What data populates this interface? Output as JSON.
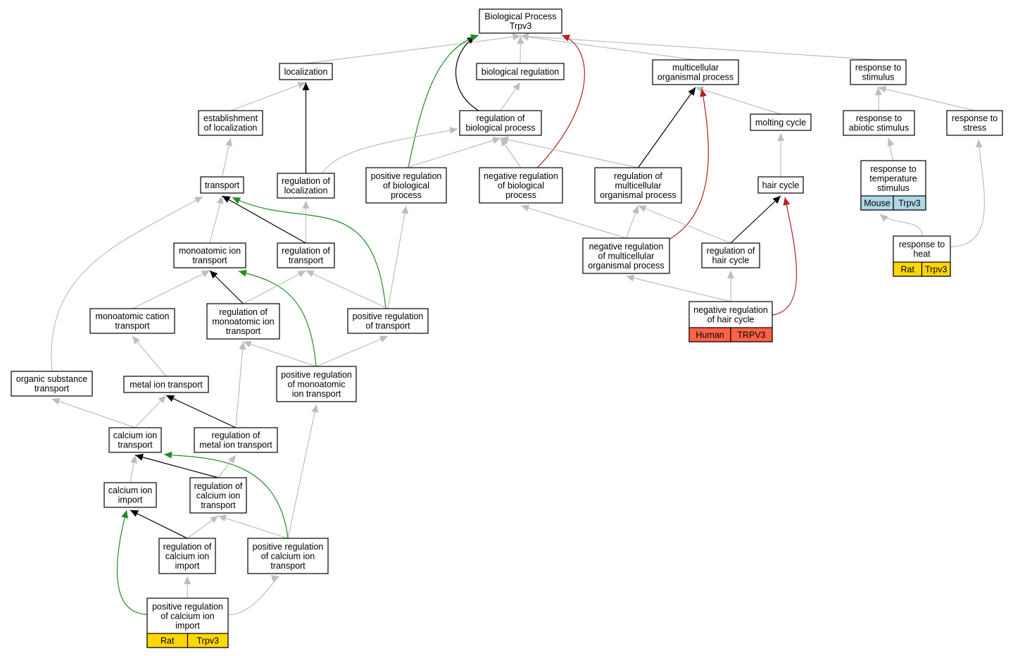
{
  "colors": {
    "is_a": "#bdbdbd",
    "regulates": "#000000",
    "positively_regulates": "#228b22",
    "negatively_regulates": "#b22222",
    "rat": "#ffd700",
    "mouse": "#add8e6",
    "human": "#ff6347"
  },
  "nodes": [
    {
      "id": "bp",
      "lines": [
        "Biological Process",
        "Trpv3"
      ]
    },
    {
      "id": "localization",
      "lines": [
        "localization"
      ]
    },
    {
      "id": "biological_regulation",
      "lines": [
        "biological regulation"
      ]
    },
    {
      "id": "multicellular_organismal_process",
      "lines": [
        "multicellular",
        "organismal process"
      ]
    },
    {
      "id": "response_to_stimulus",
      "lines": [
        "response to",
        "stimulus"
      ]
    },
    {
      "id": "establishment_of_localization",
      "lines": [
        "establishment",
        "of localization"
      ]
    },
    {
      "id": "regulation_of_biological_process",
      "lines": [
        "regulation of",
        "biological process"
      ]
    },
    {
      "id": "molting_cycle",
      "lines": [
        "molting cycle"
      ]
    },
    {
      "id": "response_to_abiotic_stimulus",
      "lines": [
        "response to",
        "abiotic stimulus"
      ]
    },
    {
      "id": "response_to_stress",
      "lines": [
        "response to",
        "stress"
      ]
    },
    {
      "id": "transport",
      "lines": [
        "transport"
      ]
    },
    {
      "id": "regulation_of_localization",
      "lines": [
        "regulation of",
        "localization"
      ]
    },
    {
      "id": "positive_regulation_of_biological_process",
      "lines": [
        "positive regulation",
        "of biological",
        "process"
      ]
    },
    {
      "id": "negative_regulation_of_biological_process",
      "lines": [
        "negative regulation",
        "of biological",
        "process"
      ]
    },
    {
      "id": "regulation_of_multicellular_organismal_process",
      "lines": [
        "regulation of",
        "multicellular",
        "organismal process"
      ]
    },
    {
      "id": "hair_cycle",
      "lines": [
        "hair cycle"
      ]
    },
    {
      "id": "response_to_temperature_stimulus",
      "lines": [
        "response to",
        "temperature",
        "stimulus"
      ],
      "annotations": [
        {
          "label": "Mouse",
          "color": "#add8e6"
        },
        {
          "label": "Trpv3",
          "color": "#add8e6"
        }
      ]
    },
    {
      "id": "monoatomic_ion_transport",
      "lines": [
        "monoatomic ion",
        "transport"
      ]
    },
    {
      "id": "regulation_of_transport",
      "lines": [
        "regulation of",
        "transport"
      ]
    },
    {
      "id": "negative_regulation_of_multicellular_organismal_process",
      "lines": [
        "negative regulation",
        "of multicellular",
        "organismal process"
      ]
    },
    {
      "id": "regulation_of_hair_cycle",
      "lines": [
        "regulation of",
        "hair cycle"
      ]
    },
    {
      "id": "response_to_heat",
      "lines": [
        "response to",
        "heat"
      ],
      "annotations": [
        {
          "label": "Rat",
          "color": "#ffd700"
        },
        {
          "label": "Trpv3",
          "color": "#ffd700"
        }
      ]
    },
    {
      "id": "monoatomic_cation_transport",
      "lines": [
        "monoatomic cation",
        "transport"
      ]
    },
    {
      "id": "regulation_of_monoatomic_ion_transport",
      "lines": [
        "regulation of",
        "monoatomic ion",
        "transport"
      ]
    },
    {
      "id": "positive_regulation_of_transport",
      "lines": [
        "positive regulation",
        "of transport"
      ]
    },
    {
      "id": "negative_regulation_of_hair_cycle",
      "lines": [
        "negative regulation",
        "of hair cycle"
      ],
      "annotations": [
        {
          "label": "Human",
          "color": "#ff6347"
        },
        {
          "label": "TRPV3",
          "color": "#ff6347"
        }
      ]
    },
    {
      "id": "organic_substance_transport",
      "lines": [
        "organic substance",
        "transport"
      ]
    },
    {
      "id": "metal_ion_transport",
      "lines": [
        "metal ion transport"
      ]
    },
    {
      "id": "positive_regulation_of_monoatomic_ion_transport",
      "lines": [
        "positive regulation",
        "of monoatomic",
        "ion transport"
      ]
    },
    {
      "id": "calcium_ion_transport",
      "lines": [
        "calcium ion",
        "transport"
      ]
    },
    {
      "id": "regulation_of_metal_ion_transport",
      "lines": [
        "regulation of",
        "metal ion transport"
      ]
    },
    {
      "id": "calcium_ion_import",
      "lines": [
        "calcium ion",
        "import"
      ]
    },
    {
      "id": "regulation_of_calcium_ion_transport",
      "lines": [
        "regulation of",
        "calcium ion",
        "transport"
      ]
    },
    {
      "id": "regulation_of_calcium_ion_import",
      "lines": [
        "regulation of",
        "calcium ion",
        "import"
      ]
    },
    {
      "id": "positive_regulation_of_calcium_ion_transport",
      "lines": [
        "positive regulation",
        "of calcium ion",
        "transport"
      ]
    },
    {
      "id": "positive_regulation_of_calcium_ion_import",
      "lines": [
        "positive regulation",
        "of calcium ion",
        "import"
      ],
      "annotations": [
        {
          "label": "Rat",
          "color": "#ffd700"
        },
        {
          "label": "Trpv3",
          "color": "#ffd700"
        }
      ]
    }
  ],
  "edges": [
    {
      "from": "localization",
      "to": "bp",
      "type": "is_a"
    },
    {
      "from": "biological_regulation",
      "to": "bp",
      "type": "is_a"
    },
    {
      "from": "multicellular_organismal_process",
      "to": "bp",
      "type": "is_a"
    },
    {
      "from": "response_to_stimulus",
      "to": "bp",
      "type": "is_a"
    },
    {
      "from": "regulation_of_biological_process",
      "to": "bp",
      "type": "regulates"
    },
    {
      "from": "positive_regulation_of_biological_process",
      "to": "bp",
      "type": "positively_regulates"
    },
    {
      "from": "negative_regulation_of_biological_process",
      "to": "bp",
      "type": "negatively_regulates"
    },
    {
      "from": "establishment_of_localization",
      "to": "localization",
      "type": "is_a"
    },
    {
      "from": "regulation_of_localization",
      "to": "localization",
      "type": "regulates"
    },
    {
      "from": "regulation_of_biological_process",
      "to": "biological_regulation",
      "type": "is_a"
    },
    {
      "from": "molting_cycle",
      "to": "multicellular_organismal_process",
      "type": "is_a"
    },
    {
      "from": "regulation_of_multicellular_organismal_process",
      "to": "multicellular_organismal_process",
      "type": "regulates"
    },
    {
      "from": "negative_regulation_of_multicellular_organismal_process",
      "to": "multicellular_organismal_process",
      "type": "negatively_regulates"
    },
    {
      "from": "response_to_abiotic_stimulus",
      "to": "response_to_stimulus",
      "type": "is_a"
    },
    {
      "from": "response_to_stress",
      "to": "response_to_stimulus",
      "type": "is_a"
    },
    {
      "from": "transport",
      "to": "establishment_of_localization",
      "type": "is_a"
    },
    {
      "from": "regulation_of_localization",
      "to": "regulation_of_biological_process",
      "type": "is_a"
    },
    {
      "from": "positive_regulation_of_biological_process",
      "to": "regulation_of_biological_process",
      "type": "is_a"
    },
    {
      "from": "negative_regulation_of_biological_process",
      "to": "regulation_of_biological_process",
      "type": "is_a"
    },
    {
      "from": "regulation_of_multicellular_organismal_process",
      "to": "regulation_of_biological_process",
      "type": "is_a"
    },
    {
      "from": "hair_cycle",
      "to": "molting_cycle",
      "type": "is_a"
    },
    {
      "from": "response_to_temperature_stimulus",
      "to": "response_to_abiotic_stimulus",
      "type": "is_a"
    },
    {
      "from": "response_to_heat",
      "to": "response_to_stress",
      "type": "is_a"
    },
    {
      "from": "monoatomic_ion_transport",
      "to": "transport",
      "type": "is_a"
    },
    {
      "from": "organic_substance_transport",
      "to": "transport",
      "type": "is_a"
    },
    {
      "from": "regulation_of_transport",
      "to": "transport",
      "type": "regulates"
    },
    {
      "from": "positive_regulation_of_transport",
      "to": "transport",
      "type": "positively_regulates"
    },
    {
      "from": "regulation_of_transport",
      "to": "regulation_of_localization",
      "type": "is_a"
    },
    {
      "from": "positive_regulation_of_transport",
      "to": "positive_regulation_of_biological_process",
      "type": "is_a"
    },
    {
      "from": "negative_regulation_of_multicellular_organismal_process",
      "to": "negative_regulation_of_biological_process",
      "type": "is_a"
    },
    {
      "from": "negative_regulation_of_multicellular_organismal_process",
      "to": "regulation_of_multicellular_organismal_process",
      "type": "is_a"
    },
    {
      "from": "regulation_of_hair_cycle",
      "to": "regulation_of_multicellular_organismal_process",
      "type": "is_a"
    },
    {
      "from": "regulation_of_hair_cycle",
      "to": "hair_cycle",
      "type": "regulates"
    },
    {
      "from": "negative_regulation_of_hair_cycle",
      "to": "hair_cycle",
      "type": "negatively_regulates"
    },
    {
      "from": "response_to_heat",
      "to": "response_to_temperature_stimulus",
      "type": "is_a"
    },
    {
      "from": "monoatomic_cation_transport",
      "to": "monoatomic_ion_transport",
      "type": "is_a"
    },
    {
      "from": "regulation_of_monoatomic_ion_transport",
      "to": "monoatomic_ion_transport",
      "type": "regulates"
    },
    {
      "from": "positive_regulation_of_monoatomic_ion_transport",
      "to": "monoatomic_ion_transport",
      "type": "positively_regulates"
    },
    {
      "from": "regulation_of_monoatomic_ion_transport",
      "to": "regulation_of_transport",
      "type": "is_a"
    },
    {
      "from": "positive_regulation_of_transport",
      "to": "regulation_of_transport",
      "type": "is_a"
    },
    {
      "from": "negative_regulation_of_hair_cycle",
      "to": "negative_regulation_of_multicellular_organismal_process",
      "type": "is_a"
    },
    {
      "from": "negative_regulation_of_hair_cycle",
      "to": "regulation_of_hair_cycle",
      "type": "is_a"
    },
    {
      "from": "metal_ion_transport",
      "to": "monoatomic_cation_transport",
      "type": "is_a"
    },
    {
      "from": "positive_regulation_of_monoatomic_ion_transport",
      "to": "regulation_of_monoatomic_ion_transport",
      "type": "is_a"
    },
    {
      "from": "positive_regulation_of_monoatomic_ion_transport",
      "to": "positive_regulation_of_transport",
      "type": "is_a"
    },
    {
      "from": "regulation_of_metal_ion_transport",
      "to": "metal_ion_transport",
      "type": "regulates"
    },
    {
      "from": "calcium_ion_transport",
      "to": "metal_ion_transport",
      "type": "is_a"
    },
    {
      "from": "calcium_ion_transport",
      "to": "organic_substance_transport",
      "type": "is_a"
    },
    {
      "from": "regulation_of_metal_ion_transport",
      "to": "regulation_of_monoatomic_ion_transport",
      "type": "is_a"
    },
    {
      "from": "positive_regulation_of_calcium_ion_transport",
      "to": "positive_regulation_of_monoatomic_ion_transport",
      "type": "is_a"
    },
    {
      "from": "calcium_ion_import",
      "to": "calcium_ion_transport",
      "type": "is_a"
    },
    {
      "from": "regulation_of_calcium_ion_transport",
      "to": "calcium_ion_transport",
      "type": "regulates"
    },
    {
      "from": "positive_regulation_of_calcium_ion_transport",
      "to": "calcium_ion_transport",
      "type": "positively_regulates"
    },
    {
      "from": "regulation_of_calcium_ion_transport",
      "to": "regulation_of_metal_ion_transport",
      "type": "is_a"
    },
    {
      "from": "regulation_of_calcium_ion_import",
      "to": "calcium_ion_import",
      "type": "regulates"
    },
    {
      "from": "positive_regulation_of_calcium_ion_import",
      "to": "calcium_ion_import",
      "type": "positively_regulates"
    },
    {
      "from": "regulation_of_calcium_ion_import",
      "to": "regulation_of_calcium_ion_transport",
      "type": "is_a"
    },
    {
      "from": "positive_regulation_of_calcium_ion_transport",
      "to": "regulation_of_calcium_ion_transport",
      "type": "is_a"
    },
    {
      "from": "positive_regulation_of_calcium_ion_import",
      "to": "regulation_of_calcium_ion_import",
      "type": "is_a"
    },
    {
      "from": "positive_regulation_of_calcium_ion_import",
      "to": "positive_regulation_of_calcium_ion_transport",
      "type": "is_a"
    }
  ]
}
